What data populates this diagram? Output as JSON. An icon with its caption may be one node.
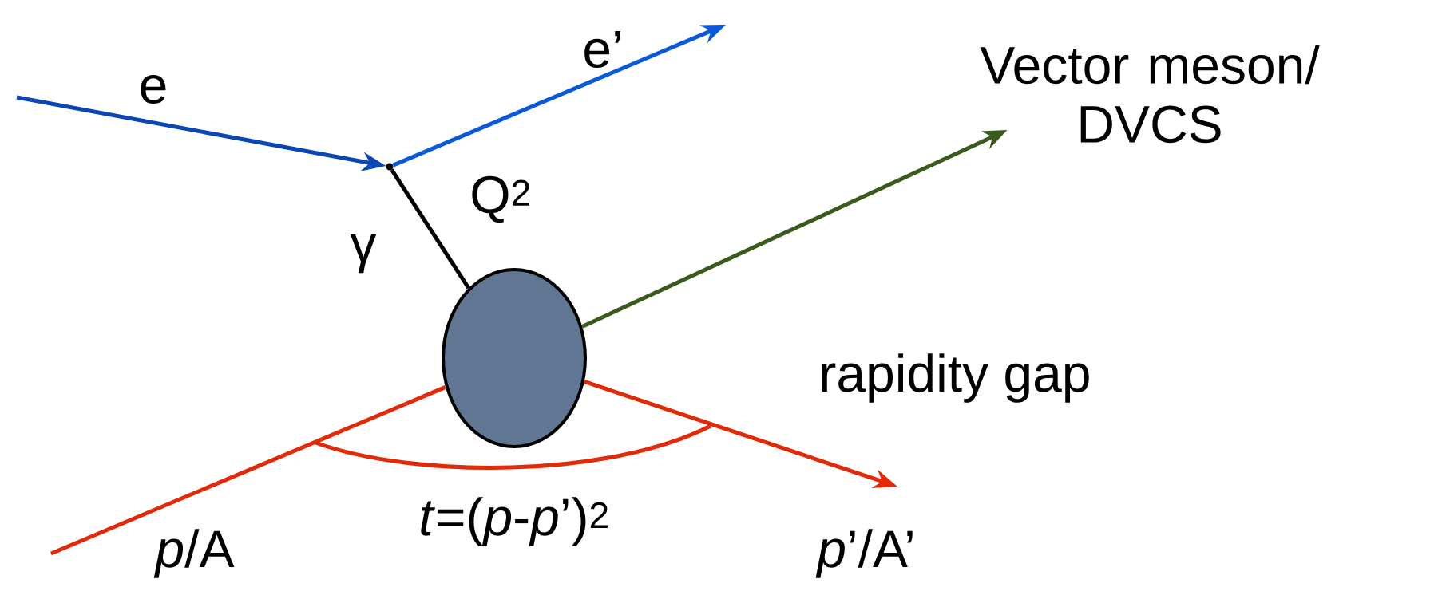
{
  "diagram": {
    "nodes": [
      {
        "text": [],
        "shape": "point"
      },
      {
        "text": [],
        "shape": "ellipse"
      },
      {
        "text": [
          "Vector meson/ DVCS"
        ]
      }
    ],
    "edges": [
      {
        "from": null,
        "to": 0,
        "arrow": "to",
        "label": "e",
        "color": "#0a46b4"
      },
      {
        "from": 0,
        "to": null,
        "arrow": "to",
        "label": "e’",
        "color": "#0a5ad8"
      },
      {
        "from": 0,
        "to": 1,
        "arrow": "none",
        "label": "γ",
        "color": "#000000"
      },
      {
        "from": 1,
        "to": 2,
        "arrow": "to",
        "color": "#3a5a1e"
      },
      {
        "from": null,
        "to": 1,
        "arrow": "none",
        "label": "*p*/A",
        "color": "#e02a0a"
      },
      {
        "from": 1,
        "to": null,
        "arrow": "to",
        "label": "*p*’/A’",
        "color": "#e02a0a"
      }
    ],
    "labels": [
      "Q$^{2}$",
      "rapidity gap",
      "*t*=(*p*-*p*’)$^{2}$"
    ]
  }
}
